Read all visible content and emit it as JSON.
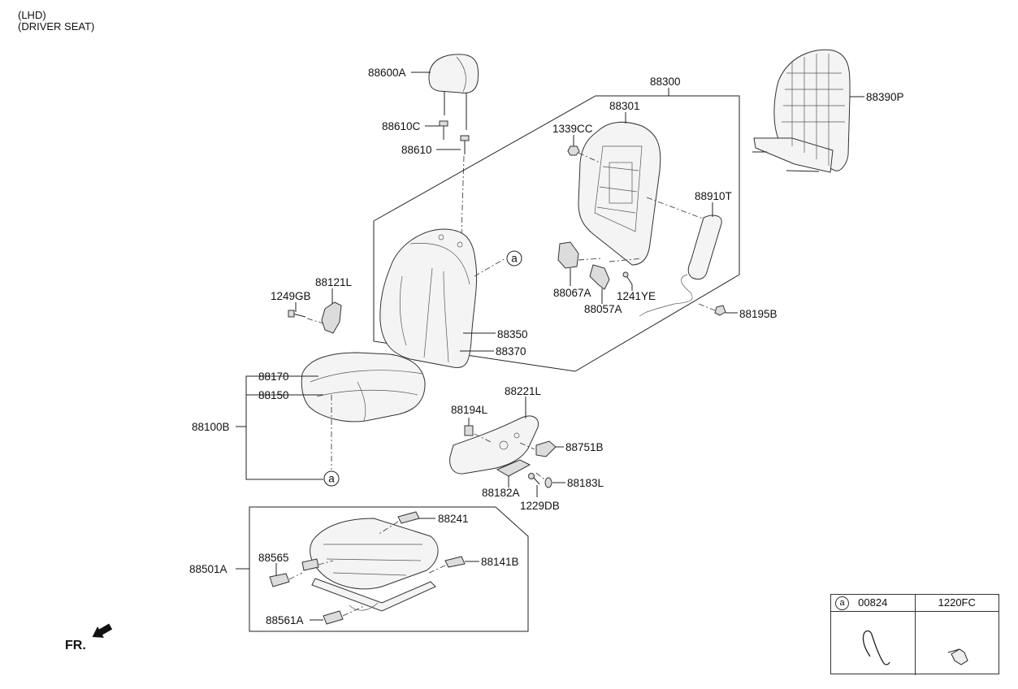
{
  "header": {
    "line1": "(LHD)",
    "line2": "(DRIVER SEAT)"
  },
  "labels": {
    "p88600A": "88600A",
    "p88610C": "88610C",
    "p88610": "88610",
    "p88300": "88300",
    "p88301": "88301",
    "p1339CC": "1339CC",
    "p88390P": "88390P",
    "p88910T": "88910T",
    "p88067A": "88067A",
    "p1241YE": "1241YE",
    "p88057A": "88057A",
    "p88195B": "88195B",
    "p88350": "88350",
    "p88370": "88370",
    "p88121L": "88121L",
    "p1249GB": "1249GB",
    "p88170": "88170",
    "p88150": "88150",
    "p88100B": "88100B",
    "p88194L": "88194L",
    "p88221L": "88221L",
    "p88751B": "88751B",
    "p88182A": "88182A",
    "p88183L": "88183L",
    "p1229DB": "1229DB",
    "p88241": "88241",
    "p88565": "88565",
    "p88141B": "88141B",
    "p88501A": "88501A",
    "p88561A": "88561A",
    "ref_a": "a"
  },
  "legend": {
    "marker": "a",
    "col1": "00824",
    "col2": "1220FC"
  },
  "fr_label": "FR."
}
